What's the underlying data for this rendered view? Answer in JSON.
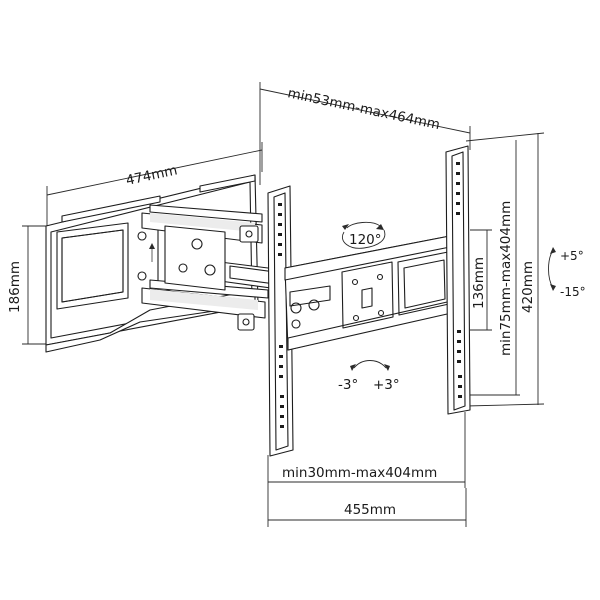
{
  "labels": {
    "depth": "min53mm-max464mm",
    "arm_length": "474mm",
    "plate_height": "186mm",
    "swivel": "120°",
    "vesa_vertical": "min75mm-max404mm",
    "bracket_height": "420mm",
    "rail_height": "136mm",
    "tilt_up": "+5°",
    "tilt_down": "-15°",
    "level_left": "-3°",
    "level_right": "+3°",
    "vesa_horizontal": "min30mm-max404mm",
    "bracket_width": "455mm"
  },
  "colors": {
    "line": "#1d1d1d",
    "shade": "#ececec"
  }
}
